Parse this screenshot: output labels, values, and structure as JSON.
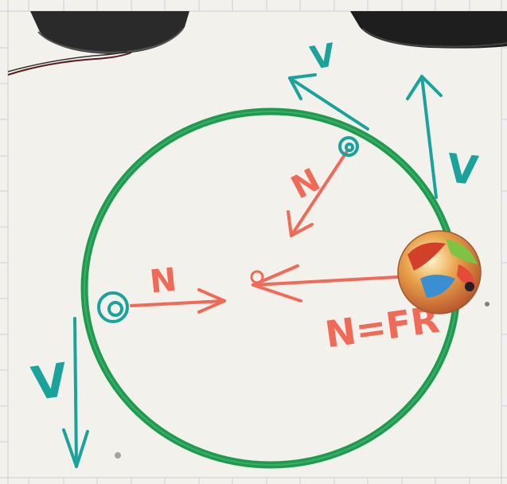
{
  "photo": {
    "description_free": true,
    "colors": {
      "board": "#f3f1ec",
      "grid": "#c9ced6",
      "ring": "#1f9a4e",
      "marker_red": "#f06a57",
      "marker_teal": "#1aa39a",
      "dark_object": "#1e1e1e"
    },
    "labels": {
      "n_right": "N",
      "n_top": "N",
      "n_eq": "N=FR",
      "v_left": "V",
      "v_top": "V",
      "v_topright": "V"
    }
  }
}
